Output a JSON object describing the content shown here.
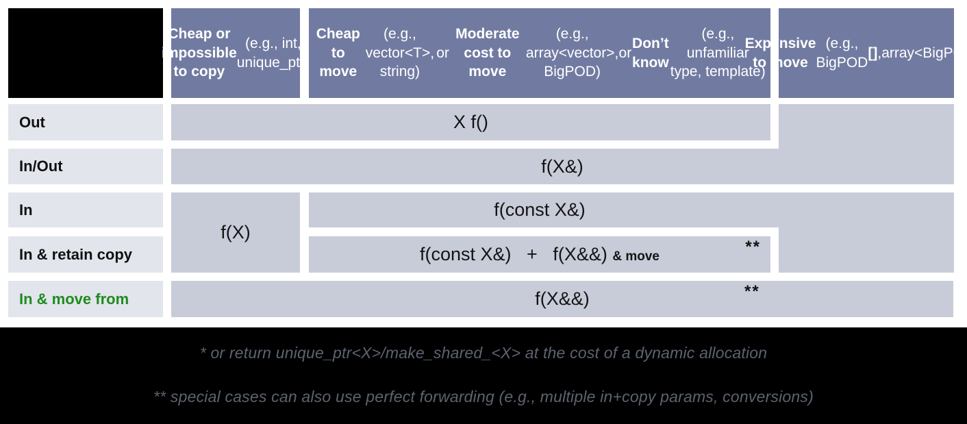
{
  "colors": {
    "header-bg": "#717BA1",
    "cell-bg": "#C8CCD9",
    "label-bg": "#E2E5EC",
    "green": "#1E8B1E",
    "footnote": "#5C6370",
    "black": "#000000"
  },
  "headers": {
    "col1": [
      {
        "t": "Cheap or impossible to copy",
        "b": true
      },
      {
        "t": " (e.g., int, unique_ptr)"
      }
    ],
    "col2": [
      {
        "t": "Cheap to move",
        "b": true
      },
      {
        "t": " (e.g., vector<T>, string)"
      },
      {
        "br": true
      },
      {
        "t": "or "
      },
      {
        "t": "Moderate cost to move",
        "b": true
      },
      {
        "t": " (e.g., array<vector>, BigPOD)"
      },
      {
        "br": true
      },
      {
        "t": "or "
      },
      {
        "t": "Don’t know",
        "b": true
      },
      {
        "t": " (e.g., unfamiliar type, template)"
      }
    ],
    "col3": [
      {
        "t": "Expensive to move",
        "b": true
      },
      {
        "br": true
      },
      {
        "t": "(e.g., BigPOD"
      },
      {
        "t": "[]",
        "b": true
      },
      {
        "t": ","
      },
      {
        "br": true
      },
      {
        "t": "array<BigPOD>)"
      }
    ]
  },
  "rows": [
    "Out",
    "In/Out",
    "In",
    "In & retain copy",
    "In & move from"
  ],
  "cells": {
    "out": "X f()",
    "inout": "f(X&)",
    "in": "f(const X&)",
    "copy_fx": "f(X)",
    "retain": [
      {
        "t": "f(const X&)   +   f(X&&) "
      },
      {
        "t": "& move",
        "small": true
      }
    ],
    "retain_note": "**",
    "move": "f(X&&)",
    "move_note": "**"
  },
  "footnotes": [
    "* or return unique_ptr<X>/make_shared_<X> at the cost of a dynamic allocation",
    "** special cases can also use perfect forwarding (e.g., multiple in+copy params, conversions)"
  ]
}
